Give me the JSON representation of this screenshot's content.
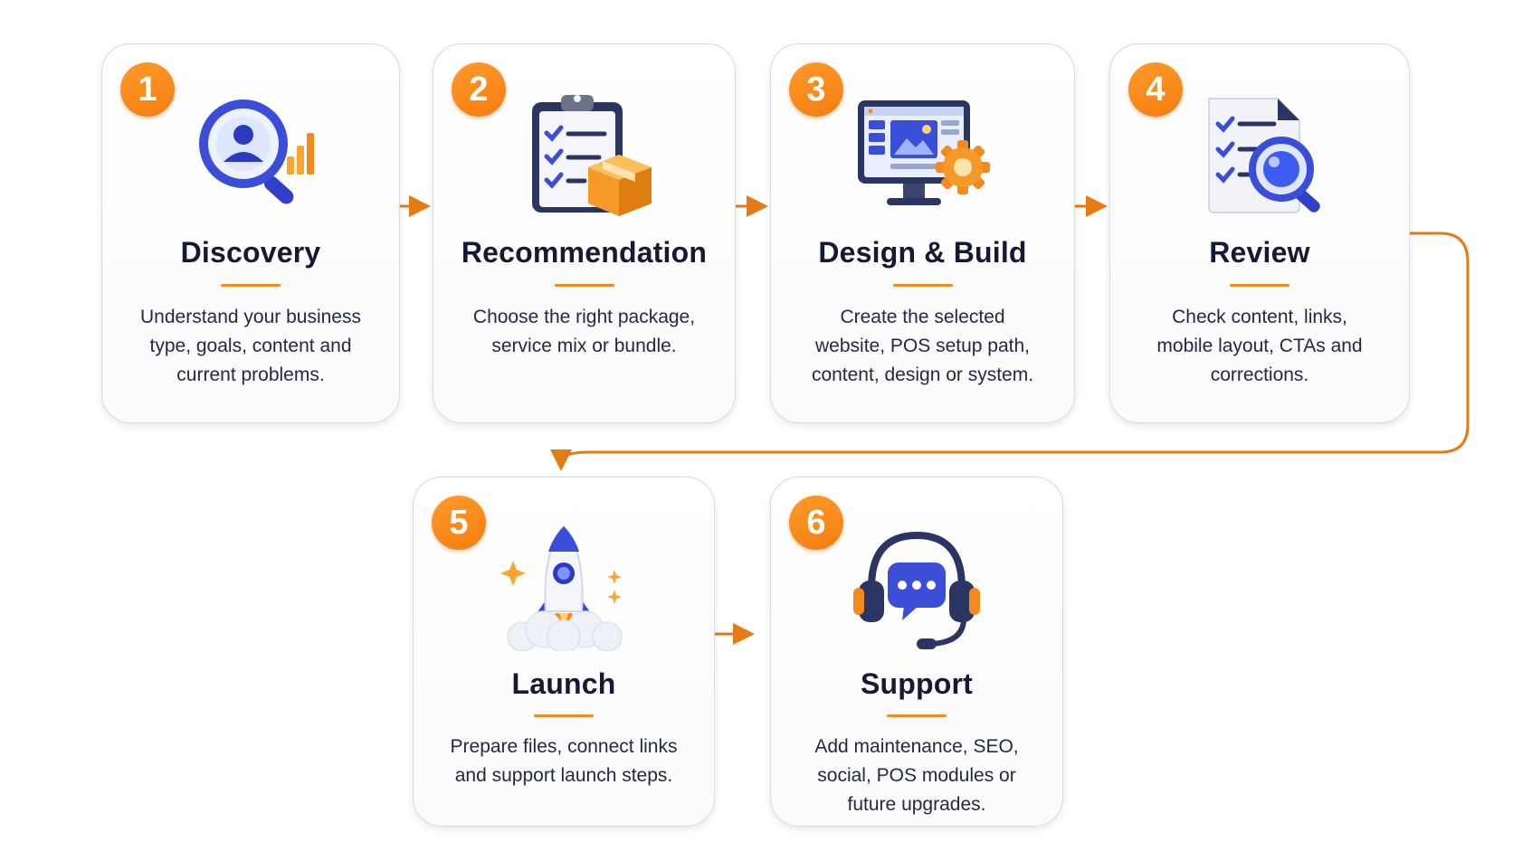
{
  "accent_color": "#f28a1e",
  "steps": [
    {
      "number": "1",
      "title": "Discovery",
      "description": "Understand your business\ntype, goals, content and\ncurrent problems.",
      "icon": "magnifier-user-chart-icon"
    },
    {
      "number": "2",
      "title": "Recommendation",
      "description": "Choose the right package,\nservice mix or bundle.",
      "icon": "clipboard-checklist-box-icon"
    },
    {
      "number": "3",
      "title": "Design & Build",
      "description": "Create the selected\nwebsite, POS setup path,\ncontent, design or system.",
      "icon": "monitor-gear-icon"
    },
    {
      "number": "4",
      "title": "Review",
      "description": "Check content, links,\nmobile layout, CTAs and\ncorrections.",
      "icon": "document-checklist-magnifier-icon"
    },
    {
      "number": "5",
      "title": "Launch",
      "description": "Prepare files, connect links\nand support launch steps.",
      "icon": "rocket-launch-icon"
    },
    {
      "number": "6",
      "title": "Support",
      "description": "Add maintenance, SEO,\nsocial, POS modules or\nfuture upgrades.",
      "icon": "headset-chat-icon"
    }
  ]
}
